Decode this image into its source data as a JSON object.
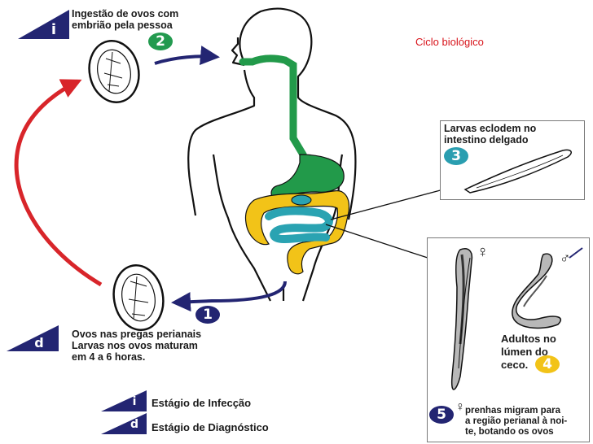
{
  "title": "Ciclo biológico",
  "stage_infection_letter": "i",
  "stage_diagnostic_letter": "d",
  "step2": {
    "number": "2",
    "line1": "Ingestão de ovos com",
    "line2": "embrião pela pessoa"
  },
  "step1": {
    "number": "1",
    "line1": "Ovos nas pregas perianais",
    "line2": "Larvas nos ovos maturam",
    "line3": "em 4 a 6 horas."
  },
  "step3": {
    "number": "3",
    "line1": "Larvas eclodem no",
    "line2": "intestino delgado"
  },
  "step4": {
    "number": "4",
    "line1": "Adultos no",
    "line2": "lúmen do",
    "line3": "ceco."
  },
  "step5": {
    "number": "5",
    "symbol": "♀",
    "line1": "prenhas migram para",
    "line2": "a região perianal à noi-",
    "line3": "te, botando os ovos"
  },
  "female_symbol": "♀",
  "male_symbol": "♂",
  "legend": {
    "infection": "Estágio de Infecção",
    "diagnostic": "Estágio de Diagnóstico"
  },
  "colors": {
    "navy": "#232572",
    "red_arrow": "#d8252a",
    "stomach_green": "#229a4a",
    "colon_yellow": "#f2c318",
    "small_intestine_teal": "#2aa3b2",
    "title_red": "#d8141b"
  }
}
